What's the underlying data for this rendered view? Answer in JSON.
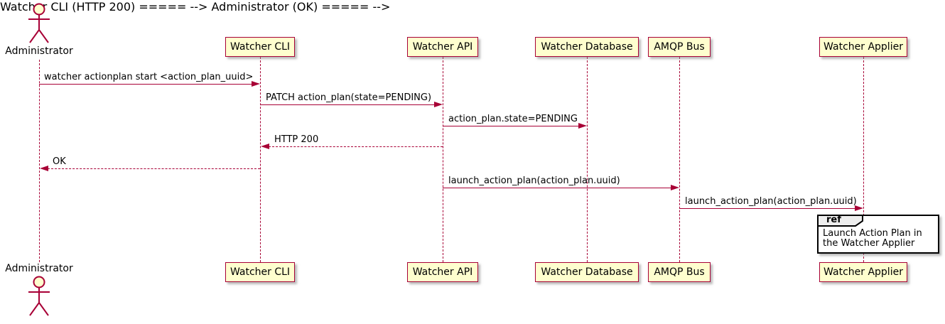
{
  "diagram": {
    "kind": "uml-sequence-diagram",
    "colors": {
      "participant_fill": "#FEFECE",
      "participant_border": "#A80036",
      "lifeline": "#A80036",
      "arrow": "#A80036",
      "text": "#000000",
      "ref_border": "#000000",
      "ref_header_fill": "#EEEEEE",
      "background": "#FFFFFF"
    },
    "actor": {
      "name": "Administrator"
    },
    "participants": [
      {
        "name": "Watcher CLI"
      },
      {
        "name": "Watcher API"
      },
      {
        "name": "Watcher Database"
      },
      {
        "name": "AMQP Bus"
      },
      {
        "name": "Watcher Applier"
      }
    ],
    "messages": [
      {
        "from": "Administrator",
        "to": "Watcher CLI",
        "text": "watcher actionplan start <action_plan_uuid>",
        "line": "solid",
        "direction": "right"
      },
      {
        "from": "Watcher CLI",
        "to": "Watcher API",
        "text": "PATCH action_plan(state=PENDING)",
        "line": "solid",
        "direction": "right"
      },
      {
        "from": "Watcher API",
        "to": "Watcher Database",
        "text": "action_plan.state=PENDING",
        "line": "solid",
        "direction": "right"
      },
      {
        "from": "Watcher API",
        "to": "Watcher CLI",
        "text": "HTTP 200",
        "line": "dashed",
        "direction": "left"
      },
      {
        "from": "Watcher CLI",
        "to": "Administrator",
        "text": "OK",
        "line": "dashed",
        "direction": "left"
      },
      {
        "from": "Watcher API",
        "to": "AMQP Bus",
        "text": "launch_action_plan(action_plan.uuid)",
        "line": "solid",
        "direction": "right"
      },
      {
        "from": "AMQP Bus",
        "to": "Watcher Applier",
        "text": "launch_action_plan(action_plan.uuid)",
        "line": "solid",
        "direction": "right"
      }
    ],
    "fragment": {
      "keyword": "ref",
      "over": "Watcher Applier",
      "text": "Launch Action Plan in the Watcher Applier"
    }
  }
}
